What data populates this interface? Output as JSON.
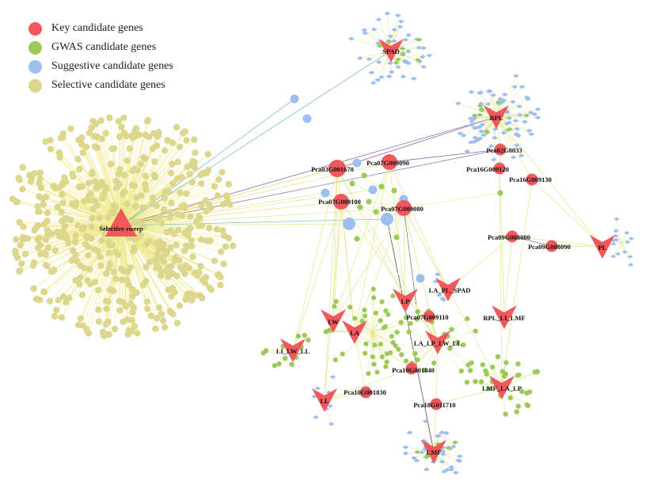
{
  "legend": [
    {
      "label": "Key candidate genes",
      "color": "#f0585c"
    },
    {
      "label": "GWAS candidate genes",
      "color": "#9cca57"
    },
    {
      "label": "Suggestive candidate genes",
      "color": "#9dbff0"
    },
    {
      "label": "Selective candidate genes",
      "color": "#dcd78d"
    }
  ],
  "hub": {
    "label": "Selective sweep"
  },
  "traits": [
    "SPAD",
    "RPL",
    "PL",
    "LA_PL_SPAD",
    "LP",
    "LW",
    "LA",
    "LI_LW_LL",
    "LA_LP_LW_LL",
    "RPL_LI_LMF",
    "LL",
    "LMF_LA_LP",
    "LMF"
  ],
  "key_genes": [
    "Pca03G001670",
    "Pca07G009090",
    "Pca07G009100",
    "Pca07G009080",
    "Pca02G0033",
    "Pca16G009120",
    "Pca16G009130",
    "Pca09G008080",
    "Pca09G008090",
    "Pca07G009110",
    "Pca10G001840",
    "Pca10G001830",
    "Pca18G011710"
  ],
  "colors": {
    "key": "#f0585c",
    "gwas": "#9cca57",
    "suggestive": "#9dbff0",
    "selective": "#dcd78d",
    "trait": "#f0585c",
    "edge_selective": "#f0ea8e",
    "edge_gwas": "#e3e68a",
    "edge_teal": "#7fc4b8",
    "edge_purple": "#8d6aa8",
    "edge_dark": "#555555"
  }
}
